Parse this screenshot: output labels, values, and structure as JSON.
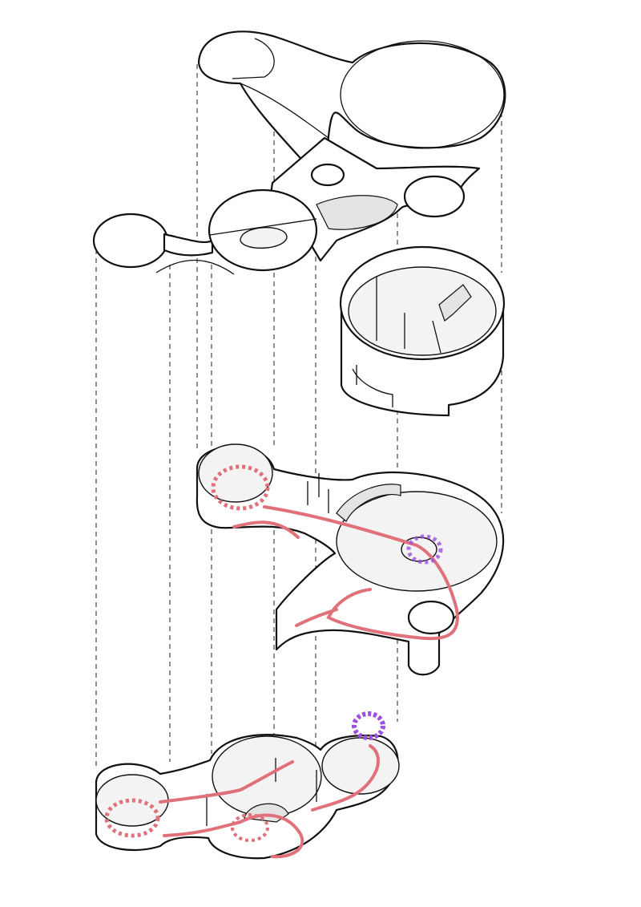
{
  "colors": {
    "background": "#ffffff",
    "line": "#111111",
    "fill": "#ffffff",
    "shade": "#e4e4e4",
    "circulation_path": "#e0707a",
    "highlight": "#9b4fe0"
  },
  "layers": [
    "roof-layer",
    "upper-slab-layer",
    "cylindrical-tower-layer",
    "middle-floor-layer",
    "ground-floor-layer"
  ]
}
